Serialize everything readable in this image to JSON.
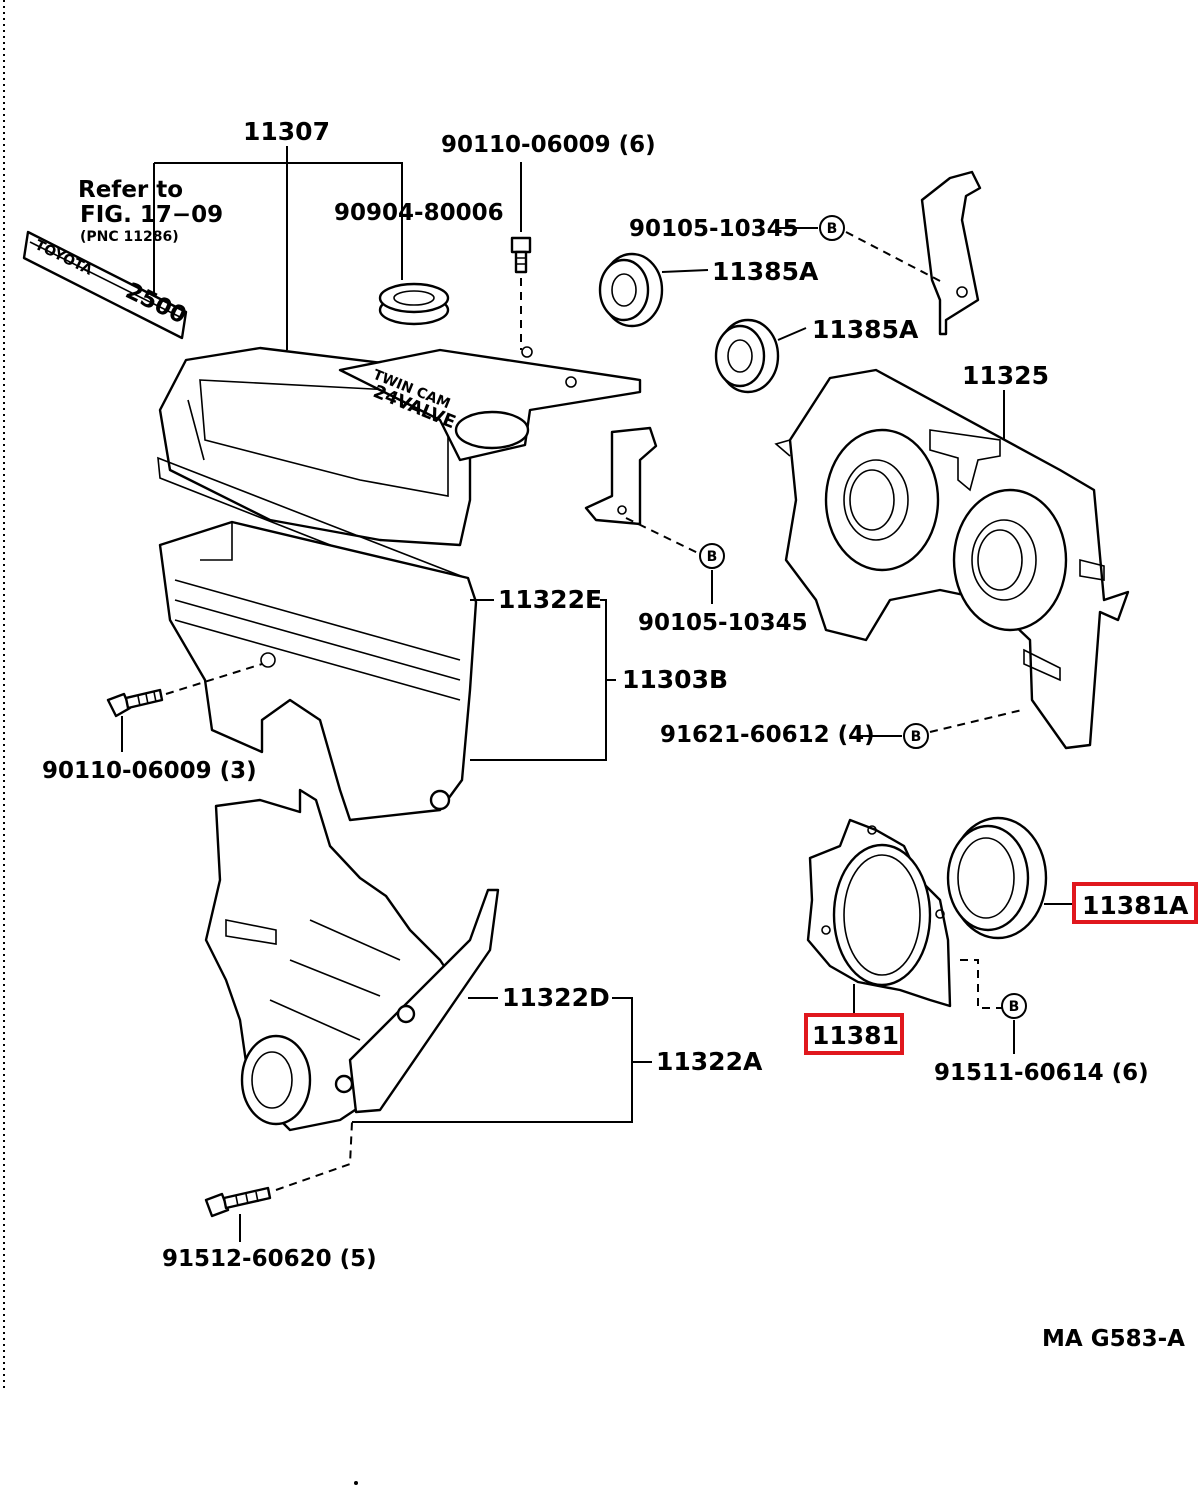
{
  "labels": {
    "p11307": "11307",
    "p90110_top": "90110-06009 (6)",
    "refer_line1": "Refer to",
    "refer_line2": "FIG. 17−09",
    "refer_line3": "(PNC 11286)",
    "p90904": "90904-80006",
    "p90105_top": "90105-10345",
    "p11385a_1": "11385A",
    "p11385a_2": "11385A",
    "p11325": "11325",
    "p11322e": "11322E",
    "p11303b": "11303B",
    "p90105_mid": "90105-10345",
    "p91621": "91621-60612 (4)",
    "p90110_left": "90110-06009 (3)",
    "p11322d": "11322D",
    "p11322a": "11322A",
    "p11381a": "11381A",
    "p11381": "11381",
    "p91511": "91511-60614 (6)",
    "p91512": "91512-60620 (5)",
    "figure_code": "MA G583-A"
  },
  "badge_letter": "B",
  "plate": {
    "brand": "TOYOTA",
    "model": "2500"
  },
  "engraving": {
    "line1": "TWIN CAM",
    "line2": "24VALVE"
  },
  "colors": {
    "highlight": "#e0171d",
    "ink": "#000000",
    "background": "#ffffff"
  }
}
